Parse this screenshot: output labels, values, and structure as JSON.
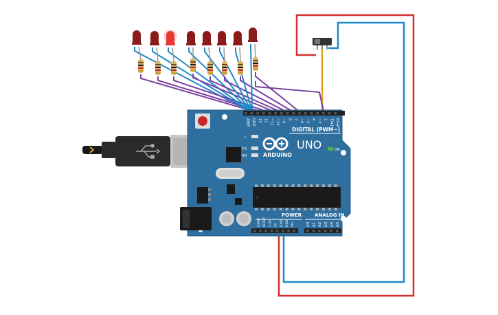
{
  "board": {
    "brand": "ARDUINO",
    "model": "UNO",
    "digital_label": "DIGITAL (PWM~)",
    "power_label": "POWER",
    "analog_label": "ANALOG IN",
    "on_label": "ON",
    "l_label": "L",
    "tx_label": "TX",
    "rx_label": "RX",
    "top_pin_labels": [
      "AREF",
      "GND",
      "13",
      "12",
      "~11",
      "~10",
      "~9",
      "8",
      "7",
      "~6",
      "~5",
      "4",
      "~3",
      "2",
      "TX▸1",
      "RX◂0"
    ],
    "power_pin_labels": [
      "IOREF",
      "RESET",
      "3.3V",
      "5V",
      "GND",
      "GND",
      "Vin"
    ],
    "analog_pin_labels": [
      "A0",
      "A1",
      "A2",
      "A3",
      "A4",
      "A5"
    ]
  },
  "leds": {
    "count": 8,
    "lit_index": 2,
    "color_off": "#8b1a1a",
    "color_on": "#e53935"
  },
  "colors": {
    "board": "#2f6f9f",
    "wire_purple": "#7b3fa0",
    "wire_blue": "#1e88c8",
    "wire_red": "#d32f2f",
    "wire_orange": "#e8a020"
  }
}
